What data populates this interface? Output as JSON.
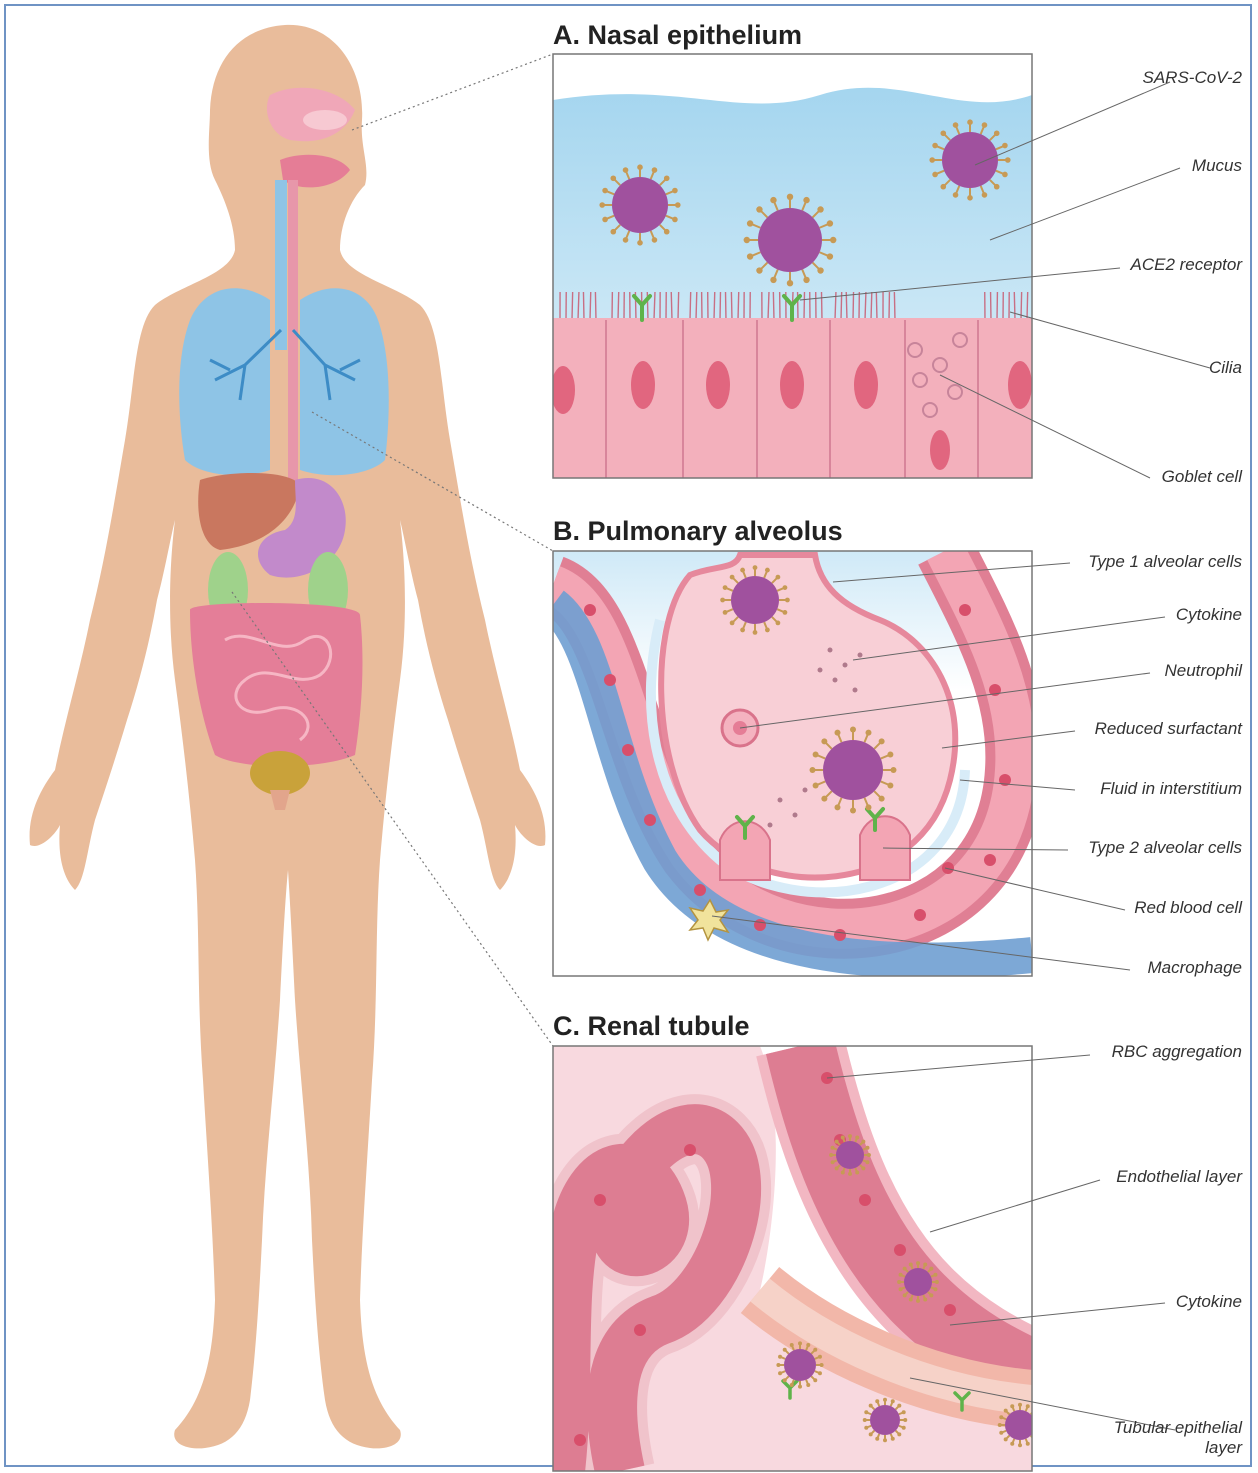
{
  "panels": {
    "a": {
      "title": "A. Nasal epithelium",
      "labels": [
        "SARS-CoV-2",
        "Mucus",
        "ACE2 receptor",
        "Cilia",
        "Goblet cell"
      ]
    },
    "b": {
      "title": "B. Pulmonary alveolus",
      "labels": [
        "Type 1 alveolar cells",
        "Cytokine",
        "Neutrophil",
        "Reduced surfactant",
        "Fluid in interstitium",
        "Type 2 alveolar cells",
        "Red blood cell",
        "Macrophage"
      ]
    },
    "c": {
      "title": "C. Renal tubule",
      "labels": [
        "RBC aggregation",
        "Endothelial layer",
        "Cytokine",
        "Tubular epithelial layer"
      ]
    }
  },
  "colors": {
    "skin": "#e9bc9b",
    "lung": "#8ec4e6",
    "virus": "#a0519e",
    "spike": "#c79a55",
    "tissue": "#f1a9b6",
    "tissue_dark": "#de7f94",
    "mucus": "#bfe2f4",
    "receptor": "#5fb34a",
    "frame": "#6f93c4"
  }
}
